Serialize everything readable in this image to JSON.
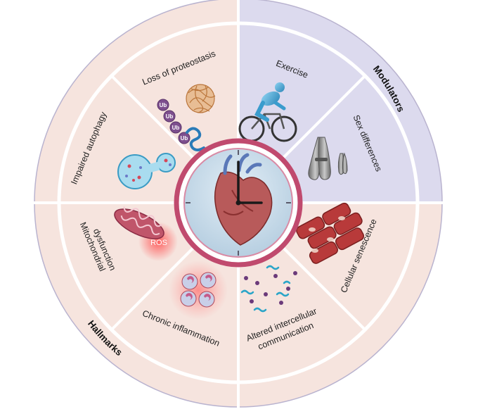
{
  "ring_labels": {
    "modulators": "Modulators",
    "hallmarks": "Hallmarks"
  },
  "segments": {
    "loss_of_proteostasis": "Loss of proteostasis",
    "exercise": "Exercise",
    "sex_differences": "Sex differences",
    "cellular_senescence": "Cellular senescence",
    "altered_communication_line1": "Altered intercellular",
    "altered_communication_line2": "communication",
    "chronic_inflammation": "Chronic inflammation",
    "mitochondrial_line1": "Mitochondrial",
    "mitochondrial_line2": "dysfunction",
    "impaired_autophagy": "Impaired autophagy"
  },
  "icon_text": {
    "ros": "ROS",
    "ub": "Ub"
  },
  "colors": {
    "hallmarks_fill": "#f6e4de",
    "modulators_fill": "#dcdaee",
    "clock_rim": "#c04a6e",
    "clock_face": "#c9dcea"
  }
}
